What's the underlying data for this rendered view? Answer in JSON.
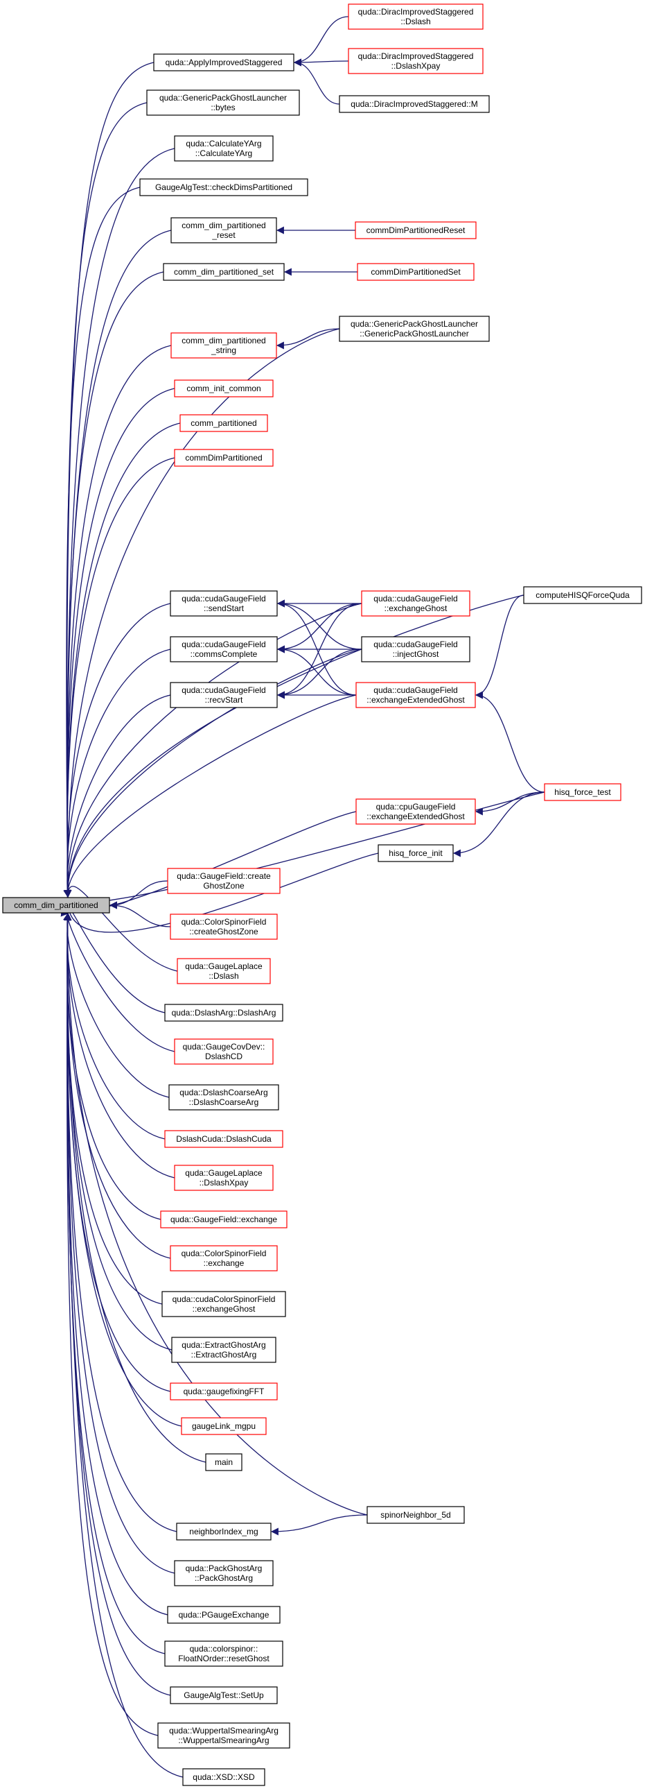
{
  "colors": {
    "edge": "#191970",
    "root_fill": "#bfbfbf",
    "link_border": "#000000",
    "undocumented_border": "#ff0000"
  },
  "root": "comm_dim_partitioned",
  "nodes": [
    {
      "id": "root",
      "lines": [
        "comm_dim_partitioned"
      ],
      "style": "root"
    },
    {
      "id": "applyImpStag",
      "lines": [
        "quda::ApplyImprovedStaggered"
      ],
      "style": "black"
    },
    {
      "id": "diracDslash",
      "lines": [
        "quda::DiracImprovedStaggered",
        "::Dslash"
      ],
      "style": "red"
    },
    {
      "id": "diracDslashXpay",
      "lines": [
        "quda::DiracImprovedStaggered",
        "::DslashXpay"
      ],
      "style": "red"
    },
    {
      "id": "diracM",
      "lines": [
        "quda::DiracImprovedStaggered::M"
      ],
      "style": "black"
    },
    {
      "id": "gpglBytes",
      "lines": [
        "quda::GenericPackGhostLauncher",
        "::bytes"
      ],
      "style": "black"
    },
    {
      "id": "calcYArg",
      "lines": [
        "quda::CalculateYArg",
        "::CalculateYArg"
      ],
      "style": "black"
    },
    {
      "id": "checkDims",
      "lines": [
        "GaugeAlgTest::checkDimsPartitioned"
      ],
      "style": "black"
    },
    {
      "id": "cdpReset",
      "lines": [
        "comm_dim_partitioned",
        "_reset"
      ],
      "style": "black"
    },
    {
      "id": "commDimPartReset",
      "lines": [
        "commDimPartitionedReset"
      ],
      "style": "red"
    },
    {
      "id": "cdpSet",
      "lines": [
        "comm_dim_partitioned_set"
      ],
      "style": "black"
    },
    {
      "id": "commDimPartSet",
      "lines": [
        "commDimPartitionedSet"
      ],
      "style": "red"
    },
    {
      "id": "gpglCtor",
      "lines": [
        "quda::GenericPackGhostLauncher",
        "::GenericPackGhostLauncher"
      ],
      "style": "black"
    },
    {
      "id": "cdpString",
      "lines": [
        "comm_dim_partitioned",
        "_string"
      ],
      "style": "red"
    },
    {
      "id": "commInitCommon",
      "lines": [
        "comm_init_common"
      ],
      "style": "red"
    },
    {
      "id": "commPartitioned",
      "lines": [
        "comm_partitioned"
      ],
      "style": "red"
    },
    {
      "id": "commDimPartitioned",
      "lines": [
        "commDimPartitioned"
      ],
      "style": "red"
    },
    {
      "id": "computeHISQ",
      "lines": [
        "computeHISQForceQuda"
      ],
      "style": "black"
    },
    {
      "id": "cgfSendStart",
      "lines": [
        "quda::cudaGaugeField",
        "::sendStart"
      ],
      "style": "black"
    },
    {
      "id": "cgfExchangeGhost",
      "lines": [
        "quda::cudaGaugeField",
        "::exchangeGhost"
      ],
      "style": "red"
    },
    {
      "id": "cgfCommsComplete",
      "lines": [
        "quda::cudaGaugeField",
        "::commsComplete"
      ],
      "style": "black"
    },
    {
      "id": "cgfInjectGhost",
      "lines": [
        "quda::cudaGaugeField",
        "::injectGhost"
      ],
      "style": "black"
    },
    {
      "id": "cgfRecvStart",
      "lines": [
        "quda::cudaGaugeField",
        "::recvStart"
      ],
      "style": "black"
    },
    {
      "id": "cgfExchExtGhost",
      "lines": [
        "quda::cudaGaugeField",
        "::exchangeExtendedGhost"
      ],
      "style": "red"
    },
    {
      "id": "hisqForceTest",
      "lines": [
        "hisq_force_test"
      ],
      "style": "red"
    },
    {
      "id": "cpuExchExtGhost",
      "lines": [
        "quda::cpuGaugeField",
        "::exchangeExtendedGhost"
      ],
      "style": "red"
    },
    {
      "id": "hisqForceInit",
      "lines": [
        "hisq_force_init"
      ],
      "style": "black"
    },
    {
      "id": "gfCreateGhostZone",
      "lines": [
        "quda::GaugeField::create",
        "GhostZone"
      ],
      "style": "red"
    },
    {
      "id": "csfCreateGhostZone",
      "lines": [
        "quda::ColorSpinorField",
        "::createGhostZone"
      ],
      "style": "red"
    },
    {
      "id": "glDslash",
      "lines": [
        "quda::GaugeLaplace",
        "::Dslash"
      ],
      "style": "red"
    },
    {
      "id": "dslashArg",
      "lines": [
        "quda::DslashArg::DslashArg"
      ],
      "style": "black"
    },
    {
      "id": "gcdDslashCD",
      "lines": [
        "quda::GaugeCovDev::",
        "DslashCD"
      ],
      "style": "red"
    },
    {
      "id": "dslashCoarseArg",
      "lines": [
        "quda::DslashCoarseArg",
        "::DslashCoarseArg"
      ],
      "style": "black"
    },
    {
      "id": "dslashCuda",
      "lines": [
        "DslashCuda::DslashCuda"
      ],
      "style": "red"
    },
    {
      "id": "glDslashXpay",
      "lines": [
        "quda::GaugeLaplace",
        "::DslashXpay"
      ],
      "style": "red"
    },
    {
      "id": "gfExchange",
      "lines": [
        "quda::GaugeField::exchange"
      ],
      "style": "red"
    },
    {
      "id": "csfExchange",
      "lines": [
        "quda::ColorSpinorField",
        "::exchange"
      ],
      "style": "red"
    },
    {
      "id": "ccsfExchangeGhost",
      "lines": [
        "quda::cudaColorSpinorField",
        "::exchangeGhost"
      ],
      "style": "black"
    },
    {
      "id": "extractGhostArg",
      "lines": [
        "quda::ExtractGhostArg",
        "::ExtractGhostArg"
      ],
      "style": "black"
    },
    {
      "id": "gaugefixingFFT",
      "lines": [
        "quda::gaugefixingFFT"
      ],
      "style": "red"
    },
    {
      "id": "gaugeLinkMgpu",
      "lines": [
        "gaugeLink_mgpu"
      ],
      "style": "red"
    },
    {
      "id": "main",
      "lines": [
        "main"
      ],
      "style": "black"
    },
    {
      "id": "spinorNeighbor5d",
      "lines": [
        "spinorNeighbor_5d"
      ],
      "style": "black"
    },
    {
      "id": "neighborIndexMg",
      "lines": [
        "neighborIndex_mg"
      ],
      "style": "black"
    },
    {
      "id": "packGhostArg",
      "lines": [
        "quda::PackGhostArg",
        "::PackGhostArg"
      ],
      "style": "black"
    },
    {
      "id": "pGaugeExchange",
      "lines": [
        "quda::PGaugeExchange"
      ],
      "style": "black"
    },
    {
      "id": "resetGhost",
      "lines": [
        "quda::colorspinor::",
        "FloatNOrder::resetGhost"
      ],
      "style": "black"
    },
    {
      "id": "gatSetUp",
      "lines": [
        "GaugeAlgTest::SetUp"
      ],
      "style": "black"
    },
    {
      "id": "wuppertal",
      "lines": [
        "quda::WuppertalSmearingArg",
        "::WuppertalSmearingArg"
      ],
      "style": "black"
    },
    {
      "id": "xsd",
      "lines": [
        "quda::XSD::XSD"
      ],
      "style": "black"
    }
  ]
}
